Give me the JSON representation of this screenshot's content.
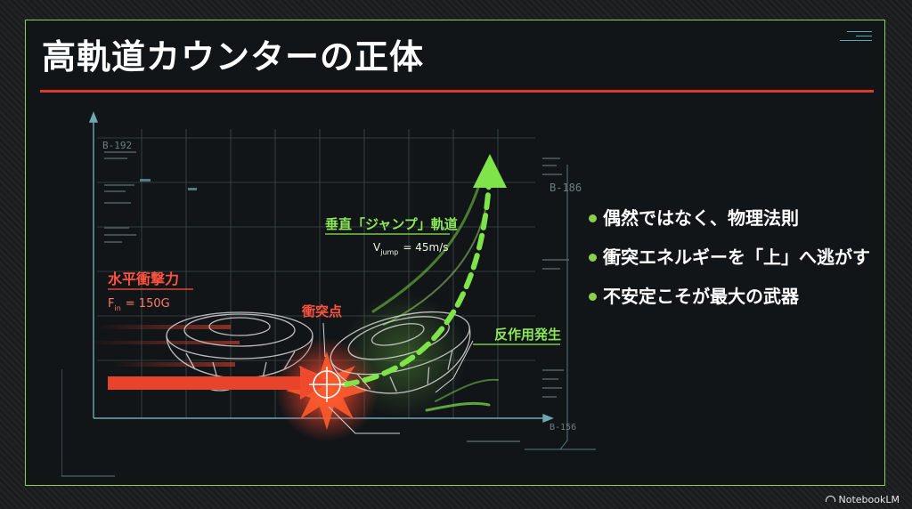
{
  "slide": {
    "title": "高軌道カウンターの正体"
  },
  "diagram": {
    "codes": {
      "top_left": "B-192",
      "right": "B-186",
      "bottom_right": "B-156"
    },
    "labels": {
      "horizontal_force": "水平衝撃力",
      "impact_point": "衝突点",
      "vertical_jump": "垂直「ジャンプ」軌道",
      "reaction": "反作用発生"
    },
    "formulas": {
      "force": {
        "symbol": "F",
        "sub": "in",
        "value": "= 150G"
      },
      "velocity": {
        "symbol": "V",
        "sub": "jump",
        "value": "= 45m/s"
      }
    },
    "colors": {
      "red": "#e8442c",
      "green": "#7fe34a",
      "grid": "#41504f",
      "label_red": "#ff5340",
      "label_green": "#8ce85a"
    }
  },
  "bullets": [
    "偶然ではなく、物理法則",
    "衝突エネルギーを「上」へ逃がす",
    "不安定こそが最大の武器"
  ],
  "watermark": {
    "text": "NotebookLM",
    "icon": "notebooklm-logo-icon"
  }
}
